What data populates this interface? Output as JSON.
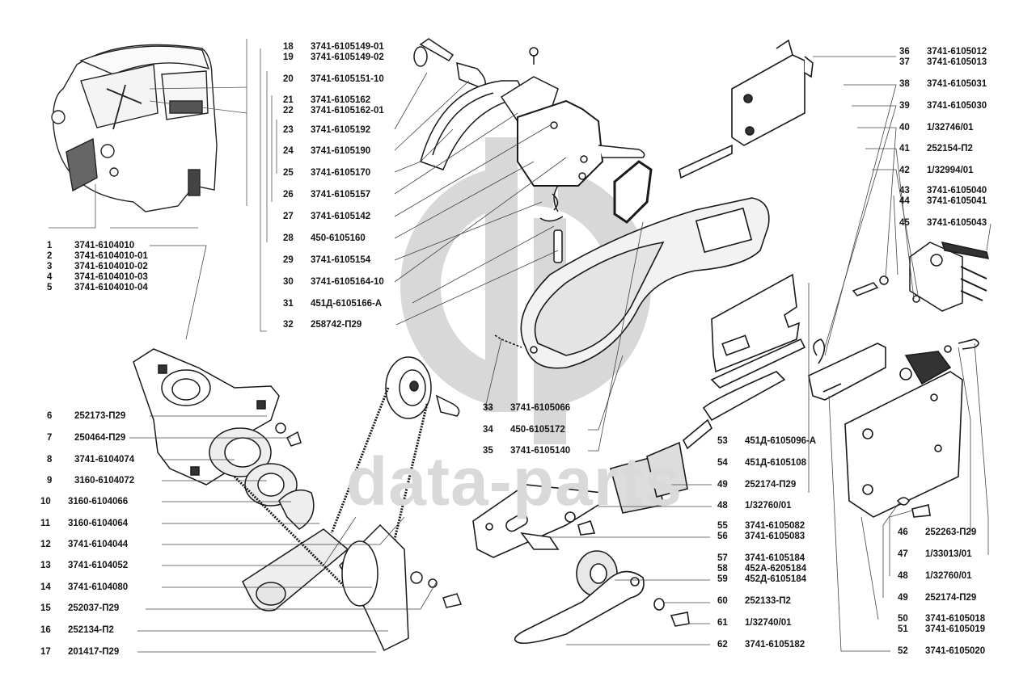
{
  "watermark": {
    "logo": "dp-logo",
    "text": "data-parts",
    "color": "#d6d6d6"
  },
  "assemblies": {
    "cab": "vehicle-cab",
    "window_regulator": "window-regulator-assembly",
    "outer_handle_lock": "outer-door-handle-and-lock",
    "inner_handle": "inner-door-handle",
    "door_lock": "door-lock-mechanism"
  },
  "parts": [
    {
      "num": "1",
      "code": "3741-6104010"
    },
    {
      "num": "2",
      "code": "3741-6104010-01"
    },
    {
      "num": "3",
      "code": "3741-6104010-02"
    },
    {
      "num": "4",
      "code": "3741-6104010-03"
    },
    {
      "num": "5",
      "code": "3741-6104010-04"
    },
    {
      "num": "6",
      "code": "252173-П29"
    },
    {
      "num": "7",
      "code": "250464-П29"
    },
    {
      "num": "8",
      "code": "3741-6104074"
    },
    {
      "num": "9",
      "code": "3160-6104072"
    },
    {
      "num": "10",
      "code": "3160-6104066"
    },
    {
      "num": "11",
      "code": "3160-6104064"
    },
    {
      "num": "12",
      "code": "3741-6104044"
    },
    {
      "num": "13",
      "code": "3741-6104052"
    },
    {
      "num": "14",
      "code": "3741-6104080"
    },
    {
      "num": "15",
      "code": "252037-П29"
    },
    {
      "num": "16",
      "code": "252134-П2"
    },
    {
      "num": "17",
      "code": "201417-П29"
    },
    {
      "num": "18",
      "code": "3741-6105149-01"
    },
    {
      "num": "19",
      "code": "3741-6105149-02"
    },
    {
      "num": "20",
      "code": "3741-6105151-10"
    },
    {
      "num": "21",
      "code": "3741-6105162"
    },
    {
      "num": "22",
      "code": "3741-6105162-01"
    },
    {
      "num": "23",
      "code": "3741-6105192"
    },
    {
      "num": "24",
      "code": "3741-6105190"
    },
    {
      "num": "25",
      "code": "3741-6105170"
    },
    {
      "num": "26",
      "code": "3741-6105157"
    },
    {
      "num": "27",
      "code": "3741-6105142"
    },
    {
      "num": "28",
      "code": "450-6105160"
    },
    {
      "num": "29",
      "code": "3741-6105154"
    },
    {
      "num": "30",
      "code": "3741-6105164-10"
    },
    {
      "num": "31",
      "code": "451Д-6105166-А"
    },
    {
      "num": "32",
      "code": "258742-П29"
    },
    {
      "num": "33",
      "code": "3741-6105066"
    },
    {
      "num": "34",
      "code": "450-6105172"
    },
    {
      "num": "35",
      "code": "3741-6105140"
    },
    {
      "num": "36",
      "code": "3741-6105012"
    },
    {
      "num": "37",
      "code": "3741-6105013"
    },
    {
      "num": "38",
      "code": "3741-6105031"
    },
    {
      "num": "39",
      "code": "3741-6105030"
    },
    {
      "num": "40",
      "code": "1/32746/01"
    },
    {
      "num": "41",
      "code": "252154-П2"
    },
    {
      "num": "42",
      "code": "1/32994/01"
    },
    {
      "num": "43",
      "code": "3741-6105040"
    },
    {
      "num": "44",
      "code": "3741-6105041"
    },
    {
      "num": "45",
      "code": "3741-6105043"
    },
    {
      "num": "46",
      "code": "252263-П29"
    },
    {
      "num": "47",
      "code": "1/33013/01"
    },
    {
      "num": "48",
      "code": "1/32760/01"
    },
    {
      "num": "49",
      "code": "252174-П29"
    },
    {
      "num": "50",
      "code": "3741-6105018"
    },
    {
      "num": "51",
      "code": "3741-6105019"
    },
    {
      "num": "52",
      "code": "3741-6105020"
    },
    {
      "num": "53",
      "code": "451Д-6105096-А"
    },
    {
      "num": "54",
      "code": "451Д-6105108"
    },
    {
      "num": "49",
      "code": "252174-П29"
    },
    {
      "num": "48",
      "code": "1/32760/01"
    },
    {
      "num": "55",
      "code": "3741-6105082"
    },
    {
      "num": "56",
      "code": "3741-6105083"
    },
    {
      "num": "57",
      "code": "3741-6105184"
    },
    {
      "num": "58",
      "code": "452А-6205184"
    },
    {
      "num": "59",
      "code": "452Д-6105184"
    },
    {
      "num": "60",
      "code": "252133-П2"
    },
    {
      "num": "61",
      "code": "1/32740/01"
    },
    {
      "num": "62",
      "code": "3741-6105182"
    }
  ]
}
